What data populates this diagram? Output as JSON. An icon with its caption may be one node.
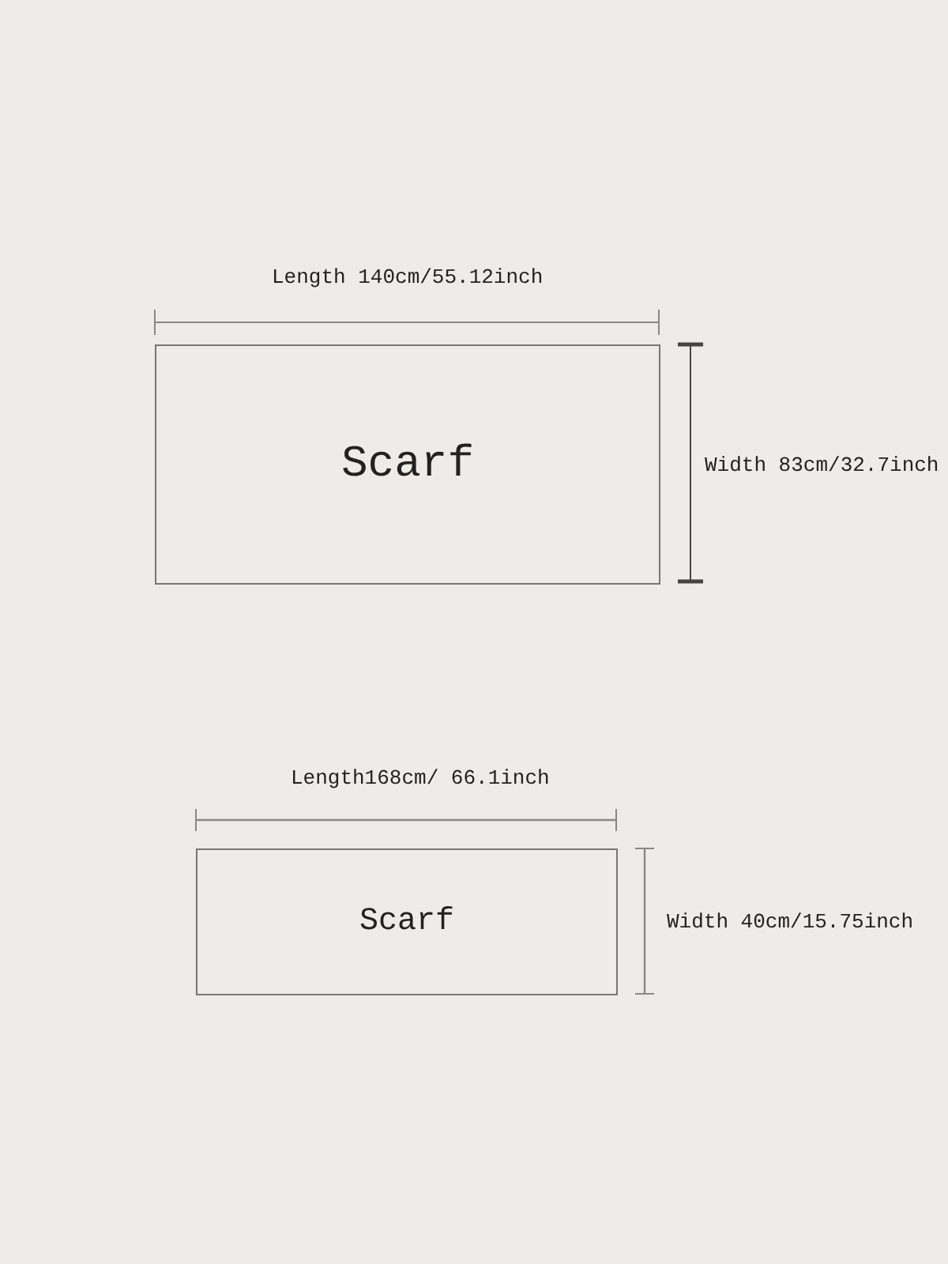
{
  "diagram": {
    "nodes": [
      {
        "text": [
          "Scarf"
        ]
      },
      {
        "text": [
          "Scarf"
        ]
      }
    ],
    "labels": [
      "Length 140cm/55.12inch",
      "Width 83cm/32.7inch",
      "Length168cm/ 66.1inch",
      "Width 40cm/15.75inch"
    ]
  }
}
